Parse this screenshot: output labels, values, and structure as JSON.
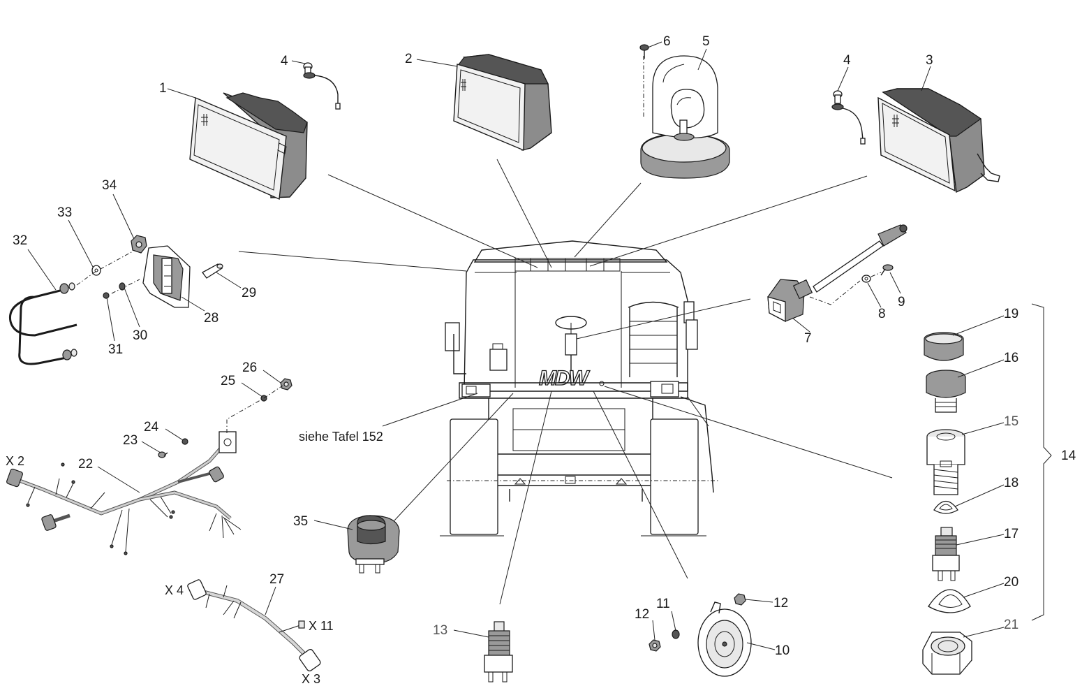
{
  "callouts": {
    "c1": "1",
    "c2": "2",
    "c3": "3",
    "c4a": "4",
    "c4b": "4",
    "c5": "5",
    "c6": "6",
    "c7": "7",
    "c8": "8",
    "c9": "9",
    "c10": "10",
    "c11": "11",
    "c12a": "12",
    "c12b": "12",
    "c13": "13",
    "c14": "14",
    "c15": "15",
    "c16": "16",
    "c17": "17",
    "c18": "18",
    "c19": "19",
    "c20": "20",
    "c21": "21",
    "c22": "22",
    "c23": "23",
    "c24": "24",
    "c25": "25",
    "c26": "26",
    "c27": "27",
    "c28": "28",
    "c29": "29",
    "c30": "30",
    "c31": "31",
    "c32": "32",
    "c33": "33",
    "c34": "34",
    "c35": "35"
  },
  "connectors": {
    "x2": "X 2",
    "x3": "X 3",
    "x4": "X 4",
    "x11": "X 11"
  },
  "reference_note": "siehe Tafel 152",
  "machine_logo": "MDW"
}
